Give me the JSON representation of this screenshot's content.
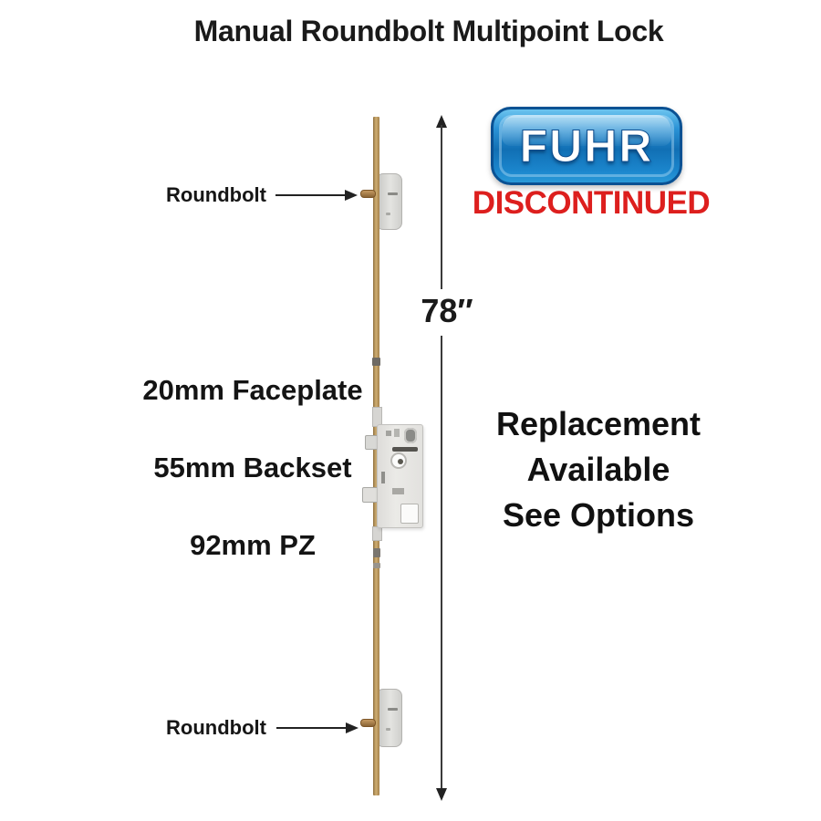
{
  "title": "Manual Roundbolt Multipoint Lock",
  "callouts": {
    "top": "Roundbolt",
    "bottom": "Roundbolt"
  },
  "dimension": {
    "label": "78″"
  },
  "specs": [
    "20mm Faceplate",
    "55mm Backset",
    "92mm PZ"
  ],
  "brand": {
    "name": "FUHR",
    "status": "DISCONTINUED"
  },
  "note": {
    "lines": [
      "Replacement",
      "Available",
      "See Options"
    ]
  },
  "colors": {
    "text": "#1a1a1a",
    "line": "#222222",
    "brand_blue": "#1b7fc8",
    "brand_blue_dark": "#0a5193",
    "brand_blue_light": "#6cc4ef",
    "discontinued_red": "#dd1f1e",
    "brass": "#b5915a",
    "brass_dark": "#8a6435",
    "brass_light": "#cfae72",
    "metal_light": "#ebeae7",
    "metal_mid": "#d6d5d2",
    "metal_border": "#b3b2af",
    "detail_dark": "#55534f"
  }
}
